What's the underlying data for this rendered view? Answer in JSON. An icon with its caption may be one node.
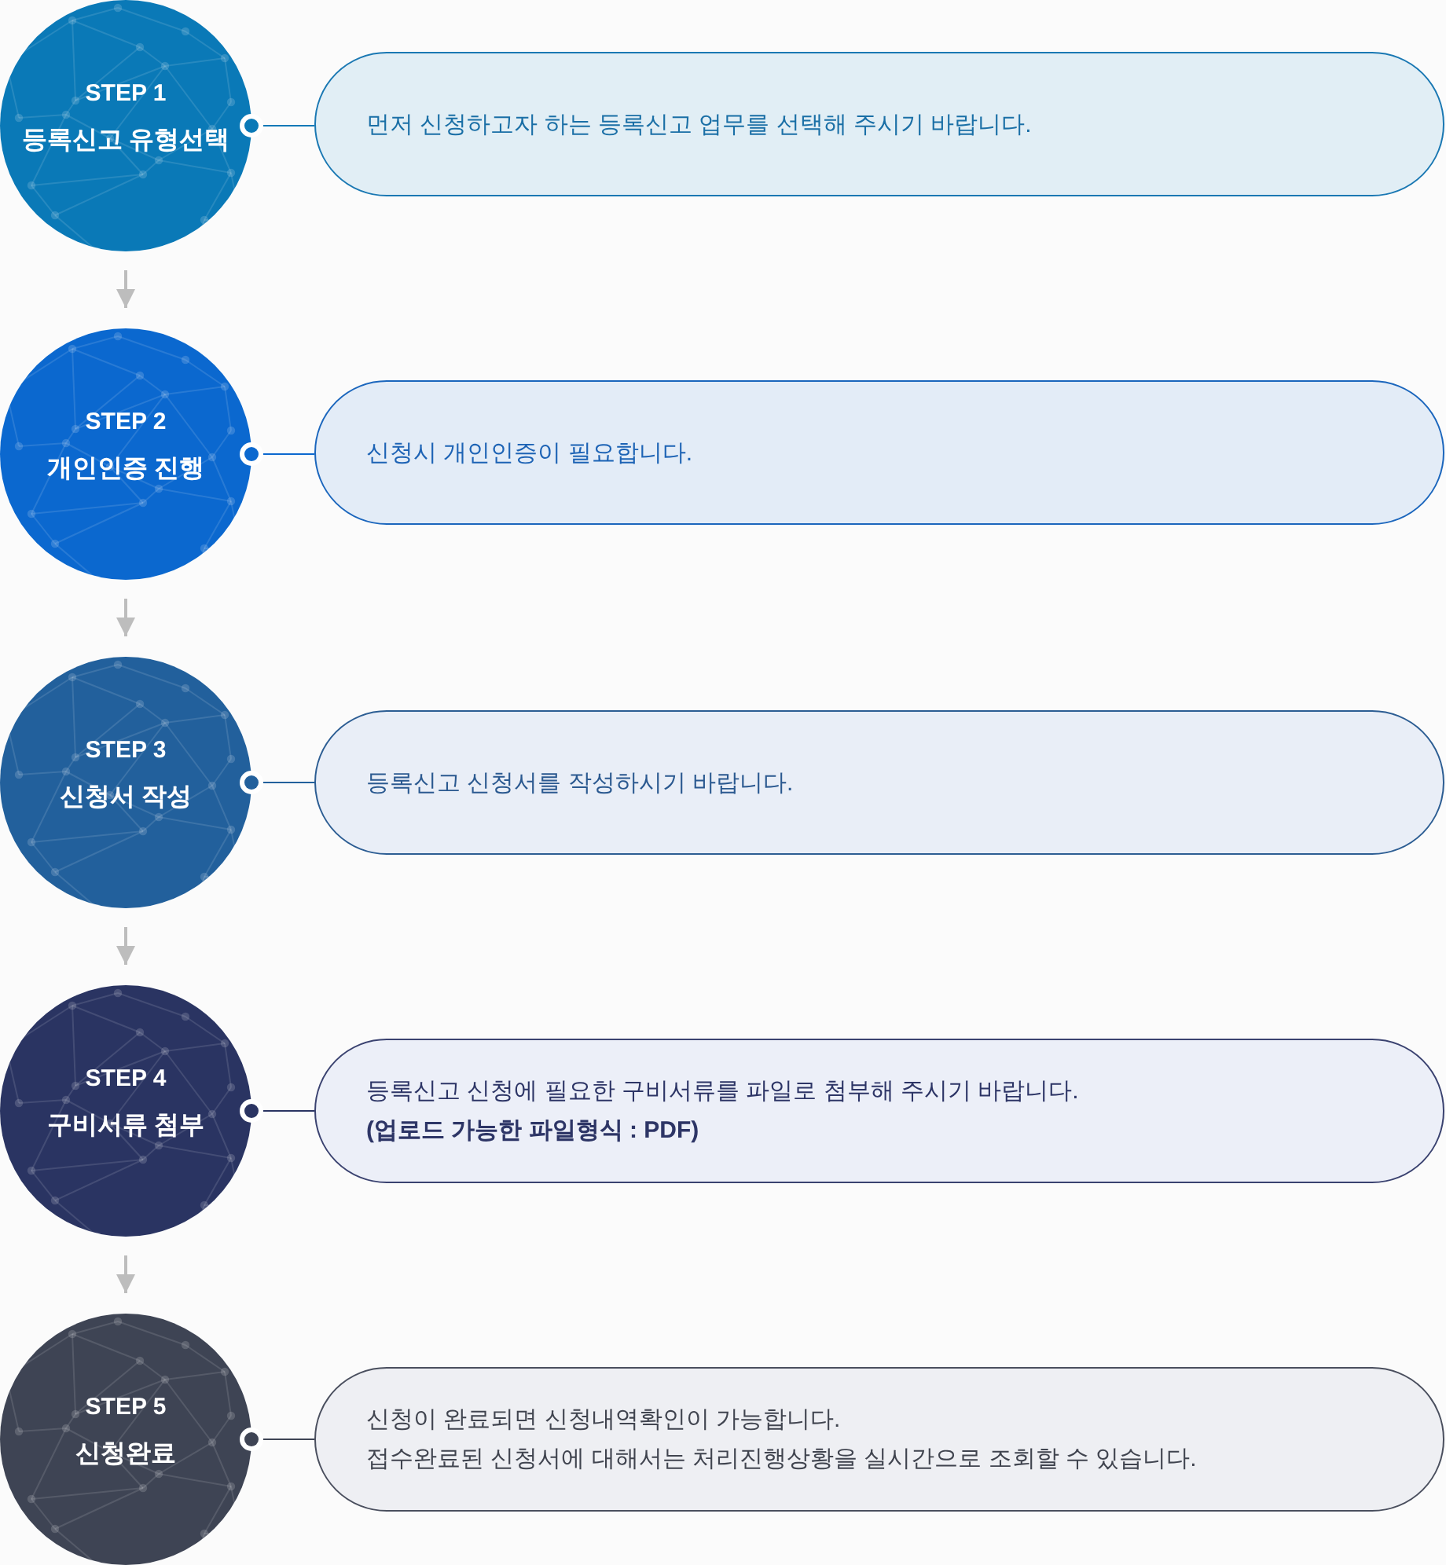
{
  "diagram": {
    "nodes": [
      {
        "text": [
          "STEP 1",
          "등록신고 유형선택"
        ]
      },
      {
        "text": [
          "먼저 신청하고자 하는 등록신고 업무를 선택해 주시기 바랍니다."
        ]
      },
      {
        "text": [
          "STEP 2",
          "개인인증 진행"
        ]
      },
      {
        "text": [
          "신청시 개인인증이 필요합니다."
        ]
      },
      {
        "text": [
          "STEP 3",
          "신청서 작성"
        ]
      },
      {
        "text": [
          "등록신고 신청서를 작성하시기 바랍니다."
        ]
      },
      {
        "text": [
          "STEP 4",
          "구비서류 첨부"
        ]
      },
      {
        "text": [
          "등록신고 신청에 필요한 구비서류를 파일로 첨부해 주시기 바랍니다.",
          "(업로드 가능한 파일형식 : PDF)"
        ]
      },
      {
        "text": [
          "STEP 5",
          "신청완료"
        ]
      },
      {
        "text": [
          "신청이 완료되면 신청내역확인이 가능합니다.",
          "접수완료된 신청서에 대해서는 처리진행상황을 실시간으로 조회할 수 있습니다."
        ]
      }
    ],
    "edges": [
      {
        "from": 0,
        "to": 1,
        "arrow": "other",
        "color": "#0a79b7"
      },
      {
        "from": 0,
        "to": 2,
        "arrow": "to",
        "color": "#bdbdbd"
      },
      {
        "from": 2,
        "to": 3,
        "arrow": "other",
        "color": "#0b68cf"
      },
      {
        "from": 2,
        "to": 4,
        "arrow": "to",
        "color": "#bdbdbd"
      },
      {
        "from": 4,
        "to": 5,
        "arrow": "other",
        "color": "#22609c"
      },
      {
        "from": 4,
        "to": 6,
        "arrow": "to",
        "color": "#bdbdbd"
      },
      {
        "from": 6,
        "to": 7,
        "arrow": "other",
        "color": "#2a3462"
      },
      {
        "from": 6,
        "to": 8,
        "arrow": "to",
        "color": "#bdbdbd"
      },
      {
        "from": 8,
        "to": 9,
        "arrow": "other",
        "color": "#3e4454"
      }
    ]
  }
}
